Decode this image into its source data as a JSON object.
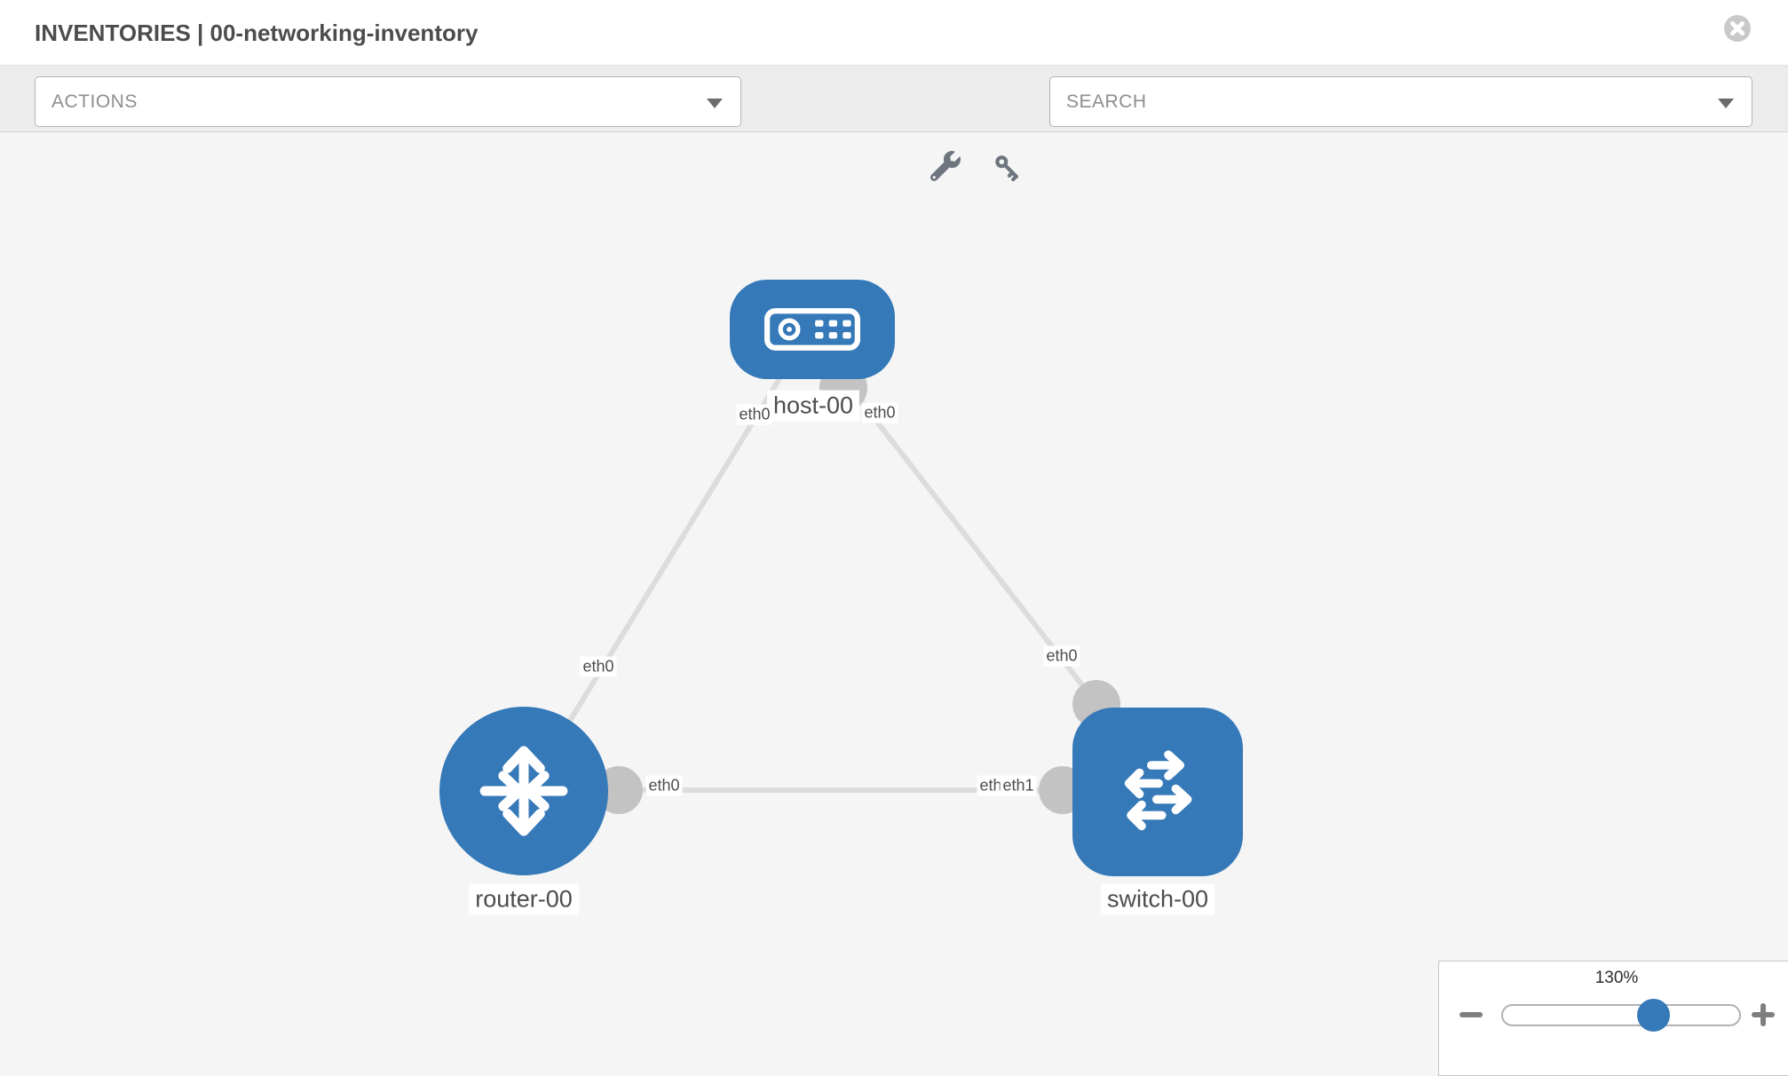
{
  "header": {
    "title": "INVENTORIES | 00-networking-inventory",
    "close_icon": "x-circle"
  },
  "toolbar": {
    "actions_label": "ACTIONS",
    "search_placeholder": "SEARCH",
    "icons": [
      "wrench-icon",
      "key-icon"
    ]
  },
  "graph": {
    "nodes": [
      {
        "id": "host-00",
        "type": "host",
        "label": "host-00"
      },
      {
        "id": "router-00",
        "type": "router",
        "label": "router-00"
      },
      {
        "id": "switch-00",
        "type": "switch",
        "label": "switch-00"
      }
    ],
    "links": [
      {
        "from": "host-00",
        "from_interface": "eth0",
        "to": "router-00",
        "to_interface": "eth0"
      },
      {
        "from": "host-00",
        "from_interface": "eth0",
        "to": "switch-00",
        "to_interface": "eth0"
      },
      {
        "from": "router-00",
        "from_interface": "eth0",
        "to": "switch-00",
        "to_interface": "eth1"
      }
    ],
    "interface_labels": [
      {
        "text": "eth0",
        "at": "host-00-left"
      },
      {
        "text": "eth0",
        "at": "host-00-right"
      },
      {
        "text": "eth0",
        "at": "router-00-top"
      },
      {
        "text": "eth0",
        "at": "switch-00-top"
      },
      {
        "text": "eth0",
        "at": "router-00-right"
      },
      {
        "text": "eth0",
        "at": "switch-00-left-back"
      },
      {
        "text": "eth1",
        "at": "switch-00-left-front"
      }
    ]
  },
  "zoom_control": {
    "value": "130%",
    "percent": 130,
    "minus_icon": "minus",
    "plus_icon": "plus"
  },
  "colors": {
    "node_blue": "#3579b8",
    "link_gray": "#dcdcdc",
    "interface_circle_gray": "#c3c3c3",
    "toolbar_bg": "#ececec",
    "canvas_bg": "#f5f5f5",
    "title_text": "#4c4c4c"
  }
}
